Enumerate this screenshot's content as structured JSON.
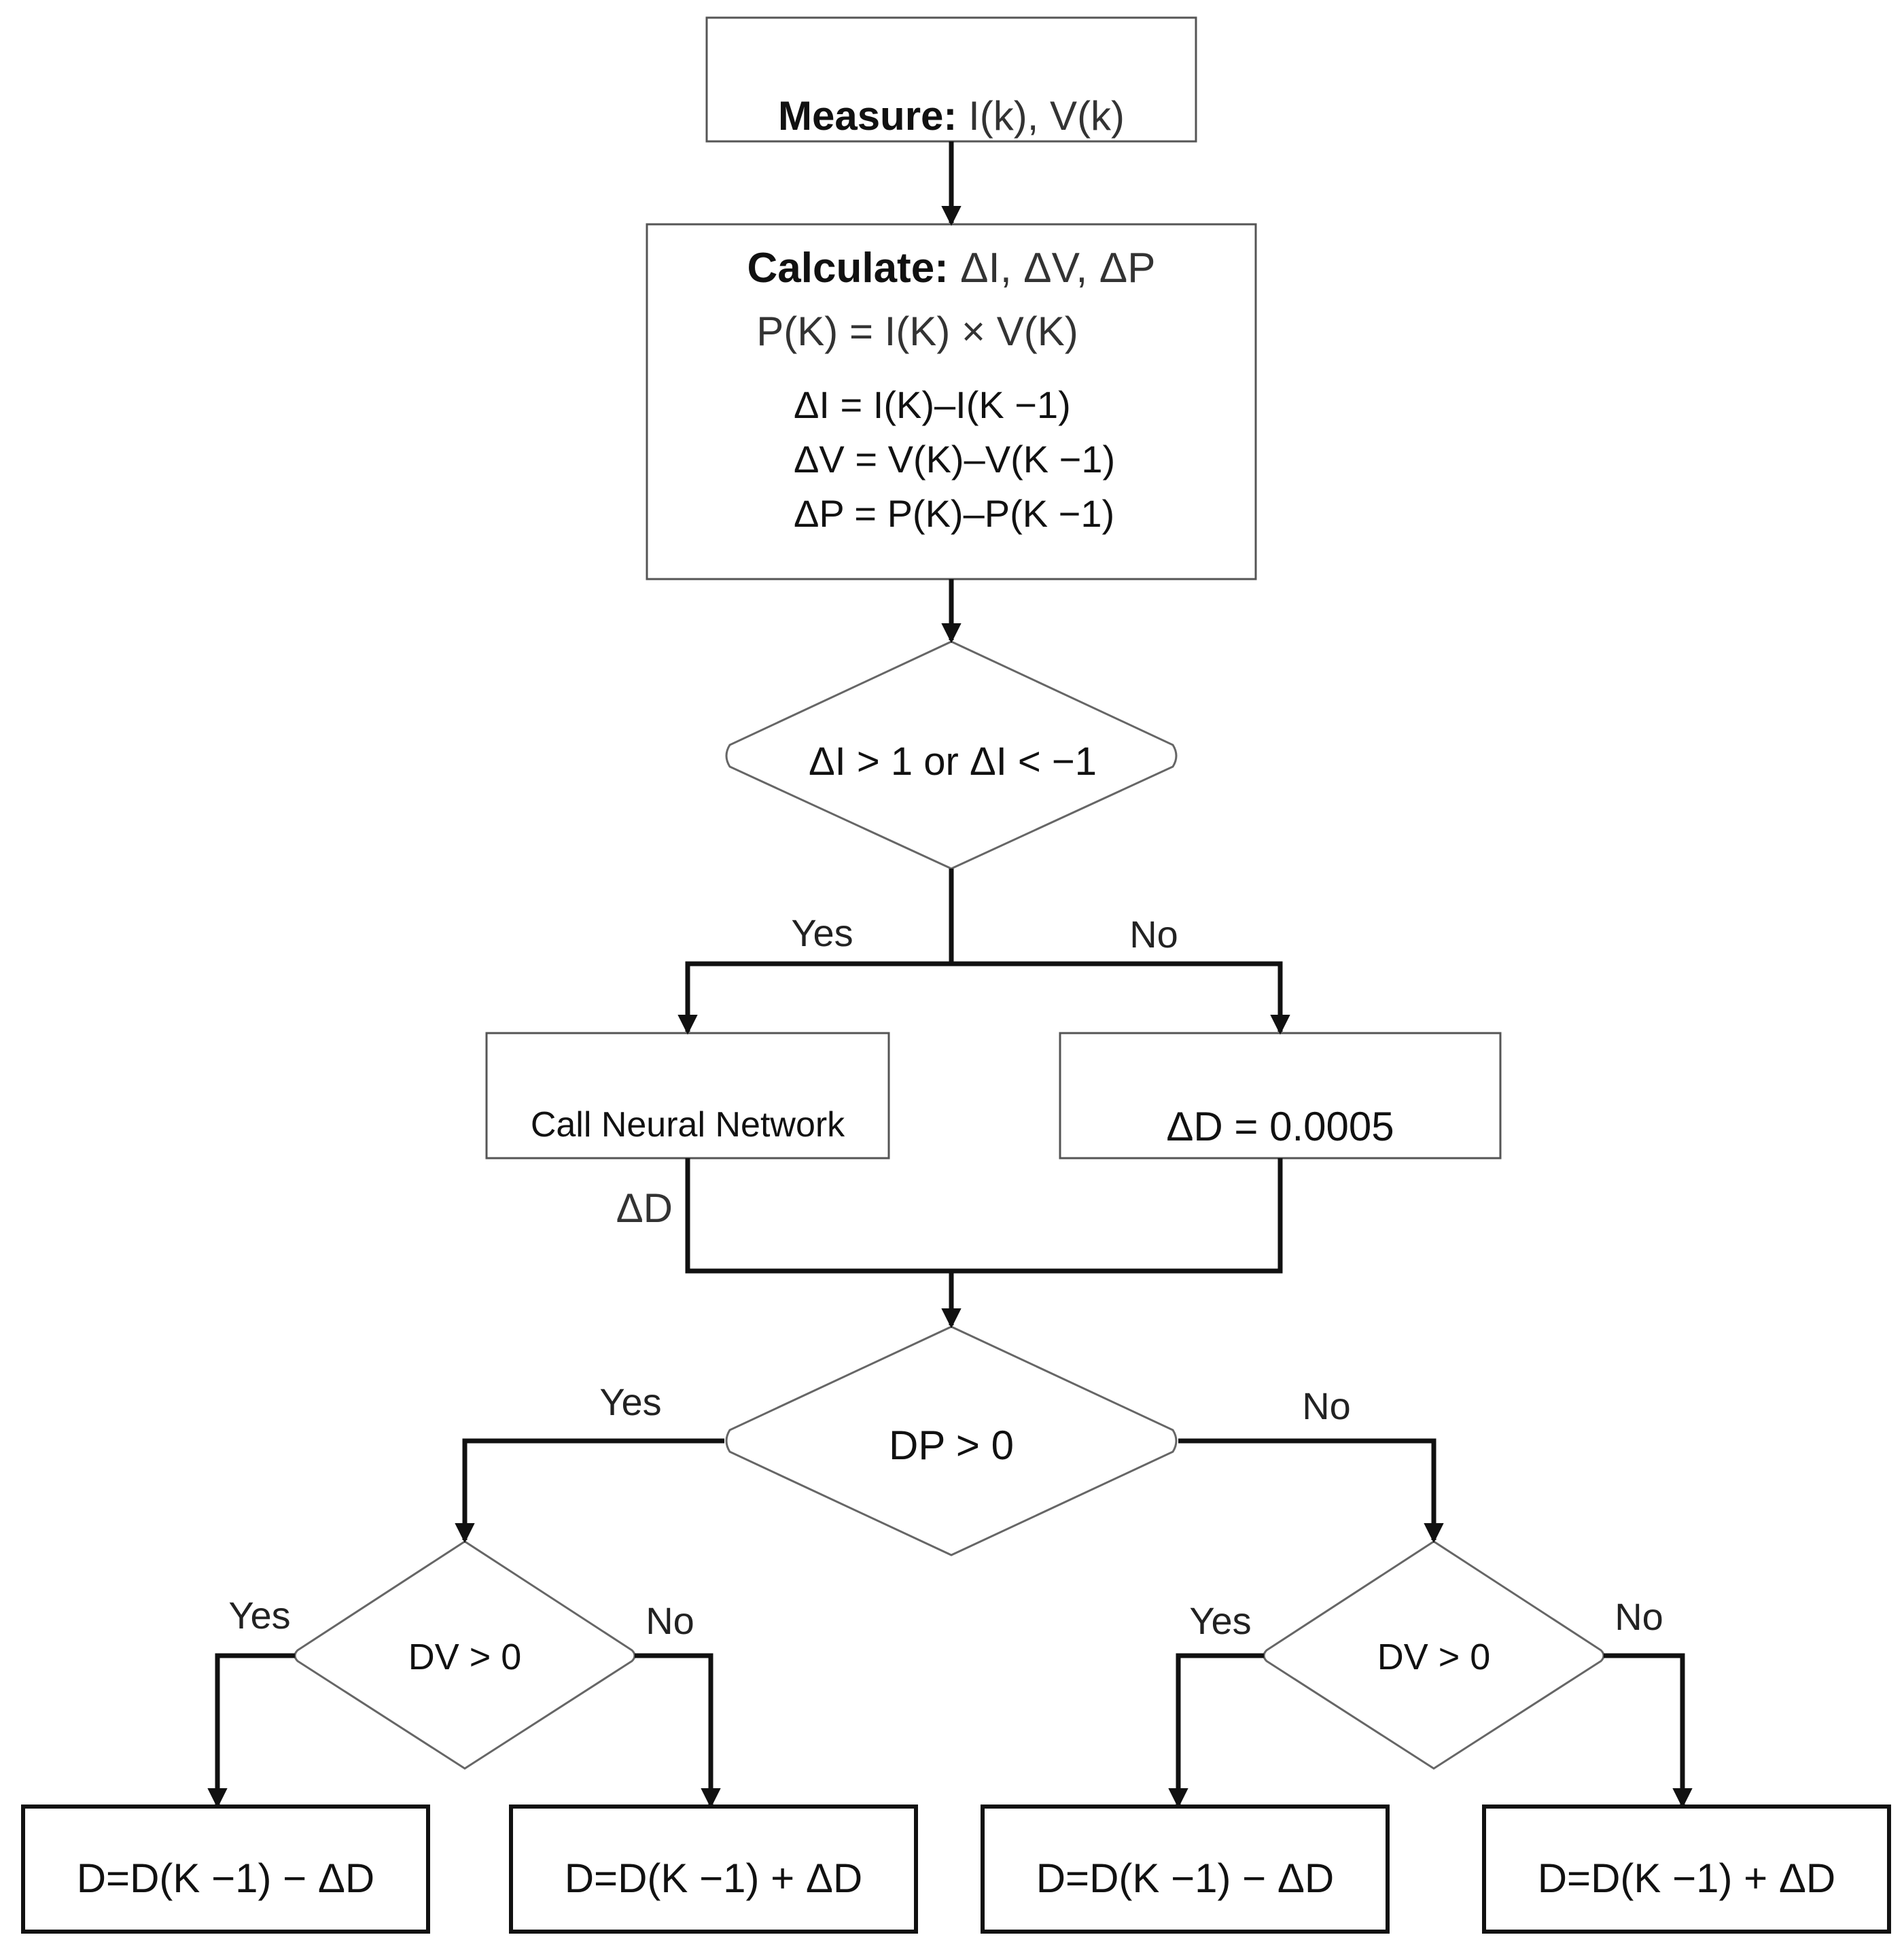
{
  "measure": {
    "label": "Measure:",
    "vars": "I(k), V(k)"
  },
  "calculate": {
    "label": "Calculate:",
    "vars": "ΔI, ΔV, ΔP",
    "power": "P(K) = I(K) × V(K)",
    "eq1": "ΔI = I(K)–I(K −1)",
    "eq2": "ΔV = V(K)–V(K −1)",
    "eq3": "ΔP = P(K)–P(K −1)"
  },
  "decision1": "ΔI > 1 or ΔI < −1",
  "yes": "Yes",
  "no": "No",
  "neural_box": "Call Neural Network",
  "delta_d_box": "ΔD = 0.0005",
  "delta_d_label": "ΔD",
  "decision2": "DP > 0",
  "decision3": "DV > 0",
  "decision4": "DV > 0",
  "out1": "D=D(K −1) − ΔD",
  "out2": "D=D(K −1) + ΔD",
  "out3": "D=D(K −1) − ΔD",
  "out4": "D=D(K −1) + ΔD"
}
